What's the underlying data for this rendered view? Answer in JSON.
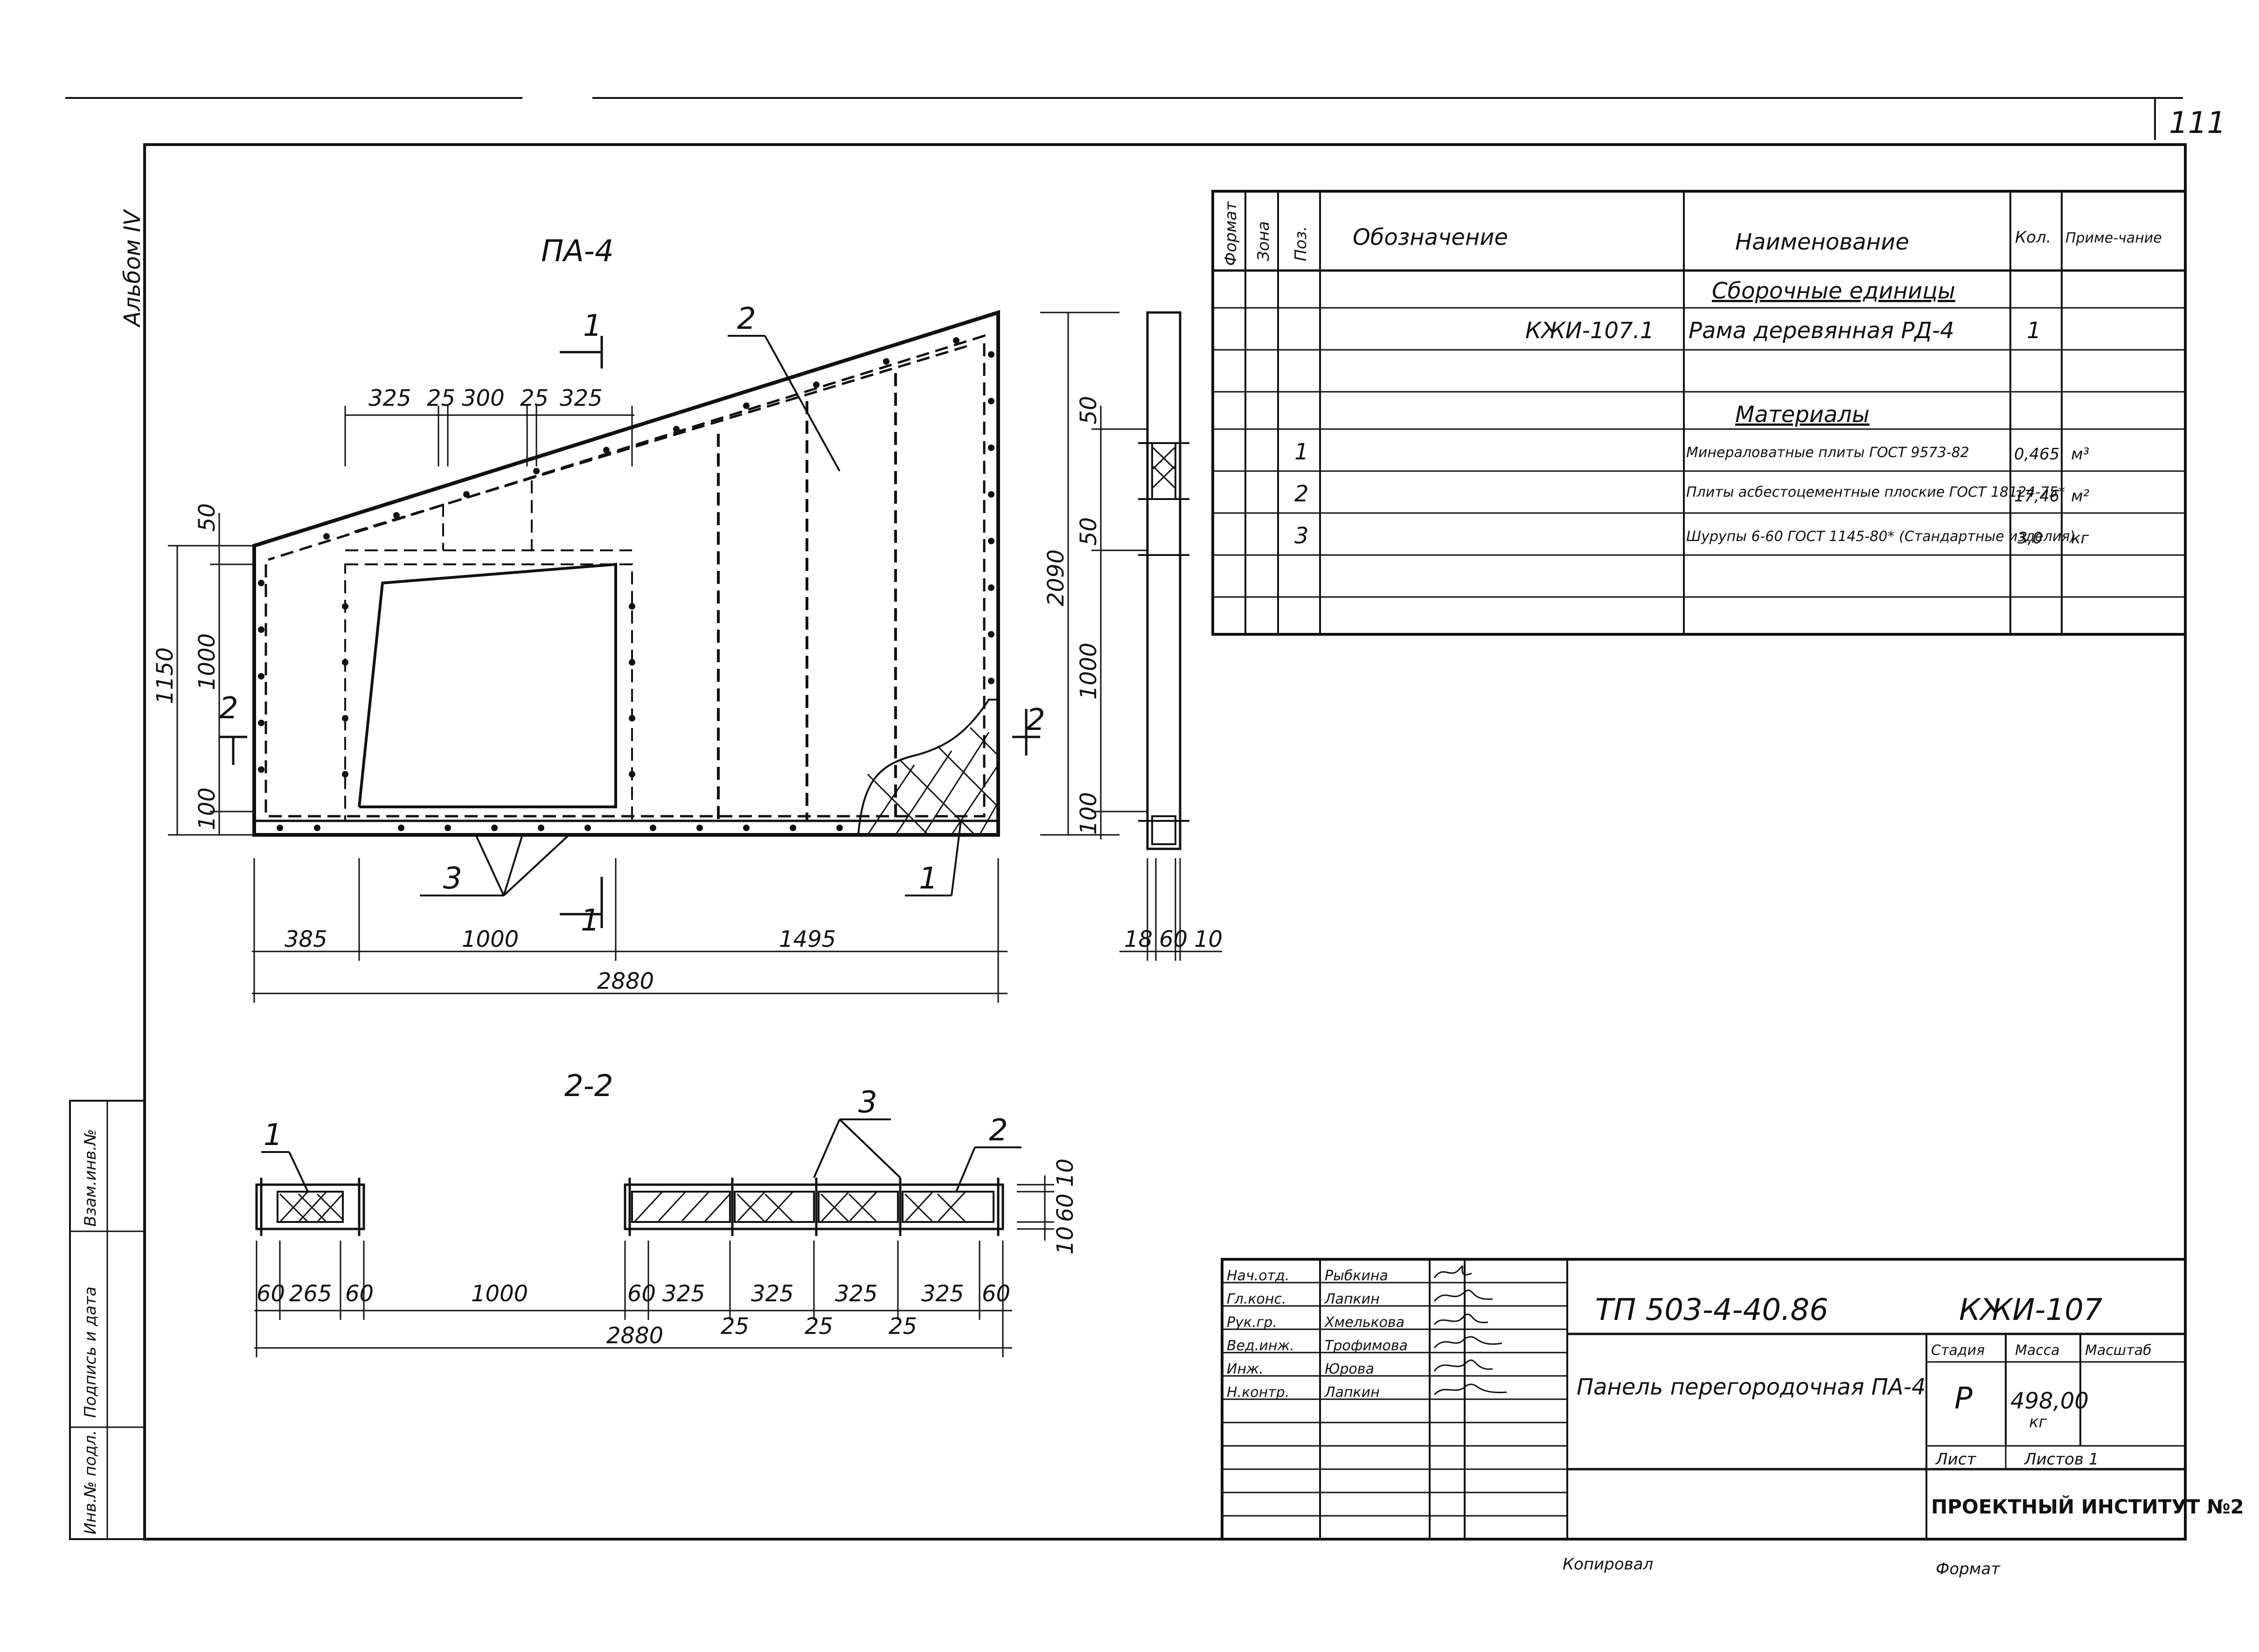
{
  "sheet": {
    "page_number": "111",
    "album": "Альбом IV",
    "copied_by": "Копировал",
    "format_label": "Формат"
  },
  "views": {
    "elevation_title": "ПА-4",
    "section_title": "2-2",
    "section_mark_1": "1",
    "section_mark_2": "2"
  },
  "elevation_dims": {
    "top_chain": [
      "325",
      "25",
      "300",
      "25",
      "325"
    ],
    "bottom_chain": [
      "385",
      "1000",
      "1495"
    ],
    "total_width": "2880",
    "left_chain": [
      "50",
      "1000",
      "100"
    ],
    "left_total": "1150",
    "right_height": "2090"
  },
  "side_view_dims": {
    "vertical": [
      "50",
      "50",
      "1000",
      "100"
    ],
    "thickness": [
      "18",
      "60",
      "10"
    ]
  },
  "section_dims": {
    "chain": [
      "60",
      "265",
      "60",
      "1000",
      "60",
      "325",
      "325",
      "325",
      "325",
      "60"
    ],
    "gaps": [
      "25",
      "25",
      "25"
    ],
    "total": "2880",
    "thickness": [
      "10",
      "60",
      "10"
    ]
  },
  "callouts": [
    "1",
    "2",
    "3"
  ],
  "spec_table": {
    "headers": {
      "format": "Формат",
      "zone": "Зона",
      "pos": "Поз.",
      "designation": "Обозначение",
      "name": "Наименование",
      "qty": "Кол.",
      "note": "Приме-чание"
    },
    "rows": [
      {
        "pos": "",
        "designation": "",
        "name": "Сборочные единицы",
        "qty": "",
        "note": "",
        "heading": true
      },
      {
        "pos": "",
        "designation": "КЖИ-107.1",
        "name": "Рама деревянная РД-4",
        "qty": "1",
        "note": ""
      },
      {
        "pos": "",
        "designation": "",
        "name": "",
        "qty": "",
        "note": ""
      },
      {
        "pos": "",
        "designation": "",
        "name": "Материалы",
        "qty": "",
        "note": "",
        "heading": true
      },
      {
        "pos": "1",
        "designation": "",
        "name": "Минераловатные плиты ГОСТ 9573-82",
        "qty": "0,465",
        "note": "м³"
      },
      {
        "pos": "2",
        "designation": "",
        "name": "Плиты асбестоцементные плоские ГОСТ 18124-75*",
        "qty": "17,46",
        "note": "м²"
      },
      {
        "pos": "3",
        "designation": "",
        "name": "Шурупы 6-60 ГОСТ 1145-80* (Стандартные изделия)",
        "qty": "3,0",
        "note": "кг"
      },
      {
        "pos": "",
        "designation": "",
        "name": "",
        "qty": "",
        "note": ""
      },
      {
        "pos": "",
        "designation": "",
        "name": "",
        "qty": "",
        "note": ""
      }
    ]
  },
  "title_block": {
    "project_code": "ТП 503-4-40.86",
    "doc_code": "КЖИ-107",
    "title": "Панель перегородочная ПА-4",
    "stage_label": "Стадия",
    "mass_label": "Масса",
    "scale_label": "Масштаб",
    "stage_value": "Р",
    "mass_value": "498,00",
    "mass_unit": "кг",
    "sheet_label": "Лист",
    "sheets_label": "Листов 1",
    "organization": "ПРОЕКТНЫЙ ИНСТИТУТ №2",
    "signatures": [
      {
        "role": "Нач.отд.",
        "name": "Рыбкина"
      },
      {
        "role": "Гл.конс.",
        "name": "Лапкин"
      },
      {
        "role": "Рук.гр.",
        "name": "Хмелькова"
      },
      {
        "role": "Вед.инж.",
        "name": "Трофимова"
      },
      {
        "role": "Инж.",
        "name": "Юрова"
      },
      {
        "role": "Н.контр.",
        "name": "Лапкин"
      }
    ]
  },
  "side_stamp": [
    "Инв.№ подл.",
    "Подпись и дата",
    "Взам.инв.№"
  ]
}
